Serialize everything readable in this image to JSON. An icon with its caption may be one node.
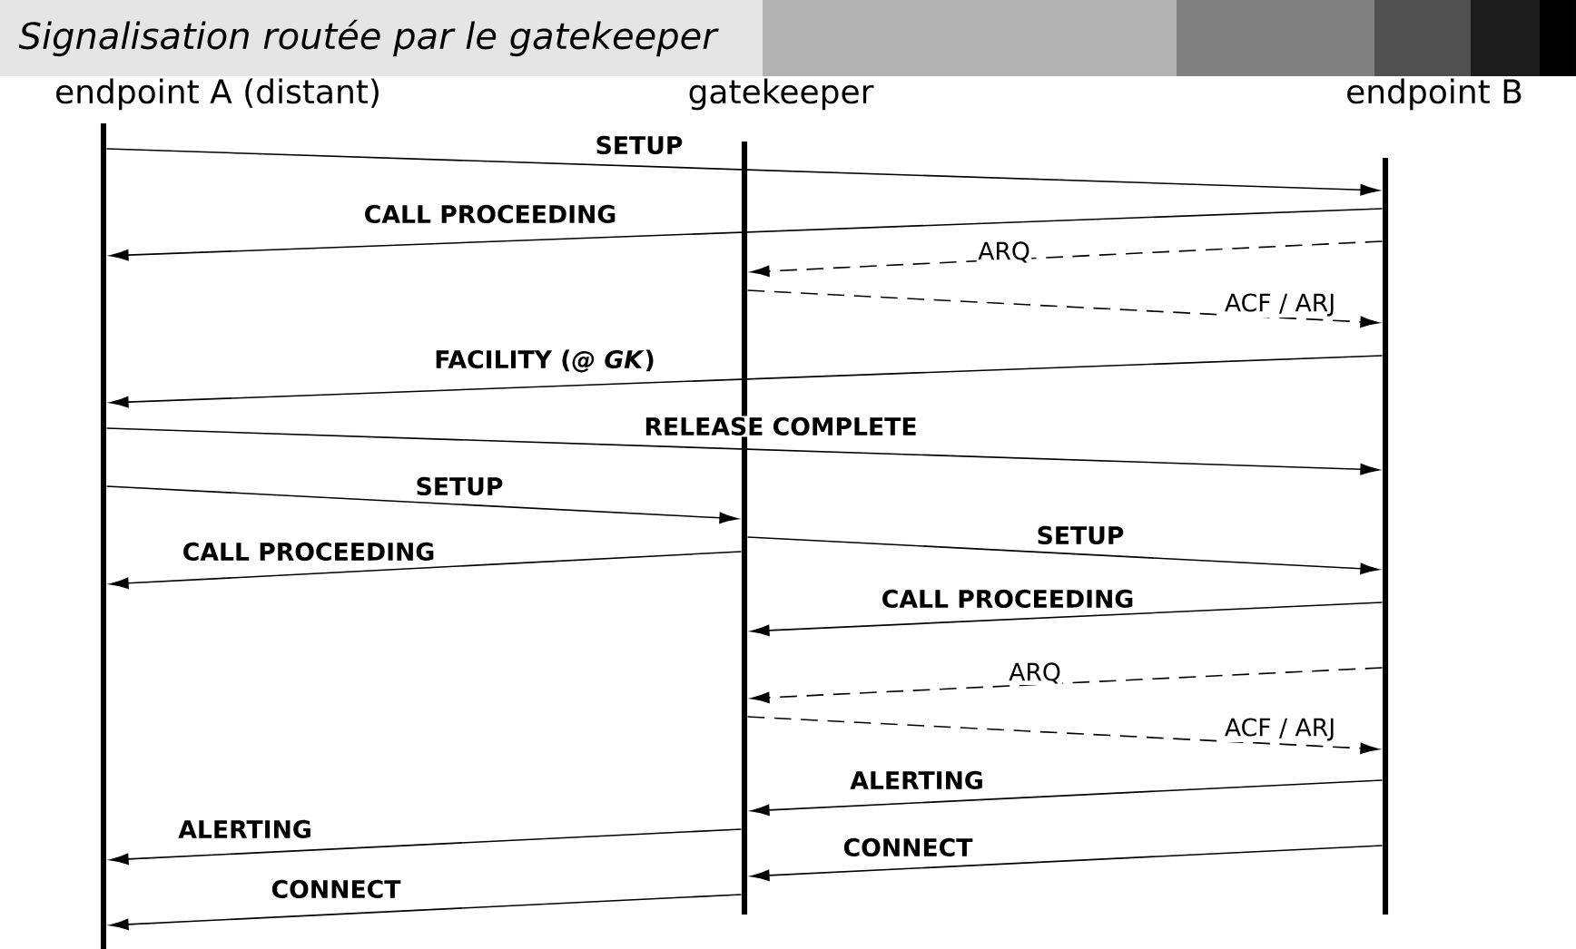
{
  "diagram": {
    "title": "Signalisation routée par le gatekeeper",
    "nodes": [
      {
        "text": [
          "endpoint A (distant)"
        ]
      },
      {
        "text": [
          "gatekeeper"
        ]
      },
      {
        "text": [
          "endpoint B"
        ]
      },
      {
        "text": [],
        "shape": "bar"
      },
      {
        "text": [],
        "shape": "bar"
      },
      {
        "text": [],
        "shape": "bar"
      }
    ],
    "edges": [
      {
        "from": 3,
        "to": 5,
        "arrow": "to",
        "label": "SETUP"
      },
      {
        "from": 5,
        "to": 3,
        "arrow": "to",
        "label": "CALL PROCEEDING"
      },
      {
        "from": 5,
        "to": 4,
        "arrow": "to",
        "label": "ARQ",
        "style": "dashed"
      },
      {
        "from": 4,
        "to": 5,
        "arrow": "to",
        "label": "ACF / ARJ",
        "style": "dashed"
      },
      {
        "from": 5,
        "to": 3,
        "arrow": "to",
        "label": "FACILITY (*@ GK*)"
      },
      {
        "from": 3,
        "to": 5,
        "arrow": "to",
        "label": "RELEASE COMPLETE"
      },
      {
        "from": 3,
        "to": 4,
        "arrow": "to",
        "label": "SETUP"
      },
      {
        "from": 4,
        "to": 3,
        "arrow": "to",
        "label": "CALL PROCEEDING"
      },
      {
        "from": 4,
        "to": 5,
        "arrow": "to",
        "label": "SETUP"
      },
      {
        "from": 5,
        "to": 4,
        "arrow": "to",
        "label": "CALL PROCEEDING"
      },
      {
        "from": 5,
        "to": 4,
        "arrow": "to",
        "label": "ARQ",
        "style": "dashed"
      },
      {
        "from": 4,
        "to": 5,
        "arrow": "to",
        "label": "ACF / ARJ",
        "style": "dashed"
      },
      {
        "from": 5,
        "to": 4,
        "arrow": "to",
        "label": "ALERTING"
      },
      {
        "from": 4,
        "to": 3,
        "arrow": "to",
        "label": "ALERTING"
      },
      {
        "from": 5,
        "to": 4,
        "arrow": "to",
        "label": "CONNECT"
      },
      {
        "from": 4,
        "to": 3,
        "arrow": "to",
        "label": "CONNECT"
      }
    ]
  }
}
